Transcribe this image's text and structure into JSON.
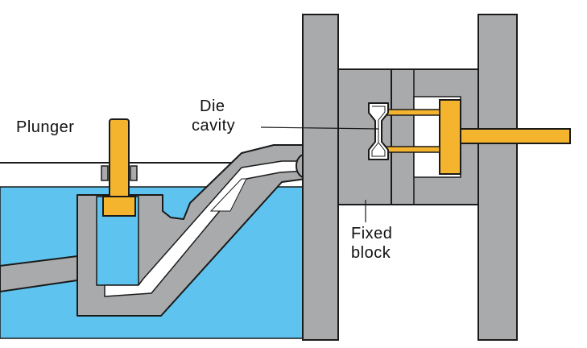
{
  "labels": {
    "plunger": "Plunger",
    "die_line1": "Die",
    "die_line2": "cavity",
    "fixed_line1": "Fixed",
    "fixed_line2": "block"
  },
  "colors": {
    "metal": "#a9aaac",
    "metal_dark": "#8f9092",
    "outline": "#1a1a1a",
    "molten_metal": "#5ec4ef",
    "plunger": "#f4b42e",
    "ejector": "#f4b42e",
    "background": "#ffffff"
  }
}
